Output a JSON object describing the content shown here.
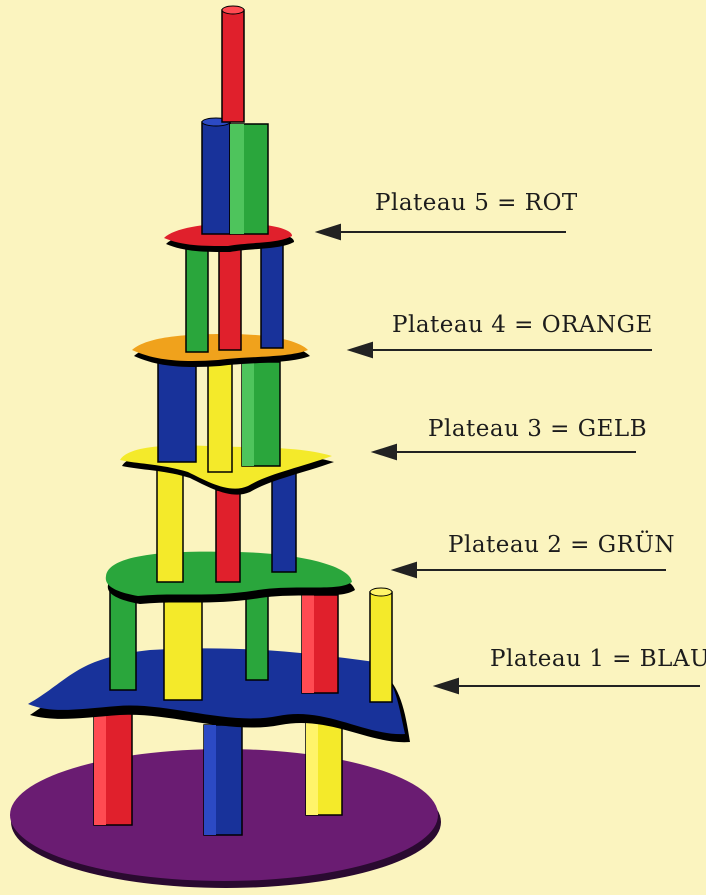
{
  "diagram": {
    "labels": [
      {
        "id": "plateau-5",
        "text": "Plateau 5 = ROT",
        "color": "#e0202c"
      },
      {
        "id": "plateau-4",
        "text": "Plateau 4 = ORANGE",
        "color": "#f0a21c"
      },
      {
        "id": "plateau-3",
        "text": "Plateau 3 = GELB",
        "color": "#f4ea2a"
      },
      {
        "id": "plateau-2",
        "text": "Plateau 2 = GRÜN",
        "color": "#2aa63c"
      },
      {
        "id": "plateau-1",
        "text": "Plateau 1 = BLAU",
        "color": "#18329a"
      }
    ],
    "colors": {
      "background": "#fbf4bf",
      "base": "#6a1c72",
      "red": "#e0202c",
      "blue": "#18329a",
      "green": "#2aa63c",
      "yellow": "#f4ea2a",
      "orange": "#f0a21c"
    }
  }
}
